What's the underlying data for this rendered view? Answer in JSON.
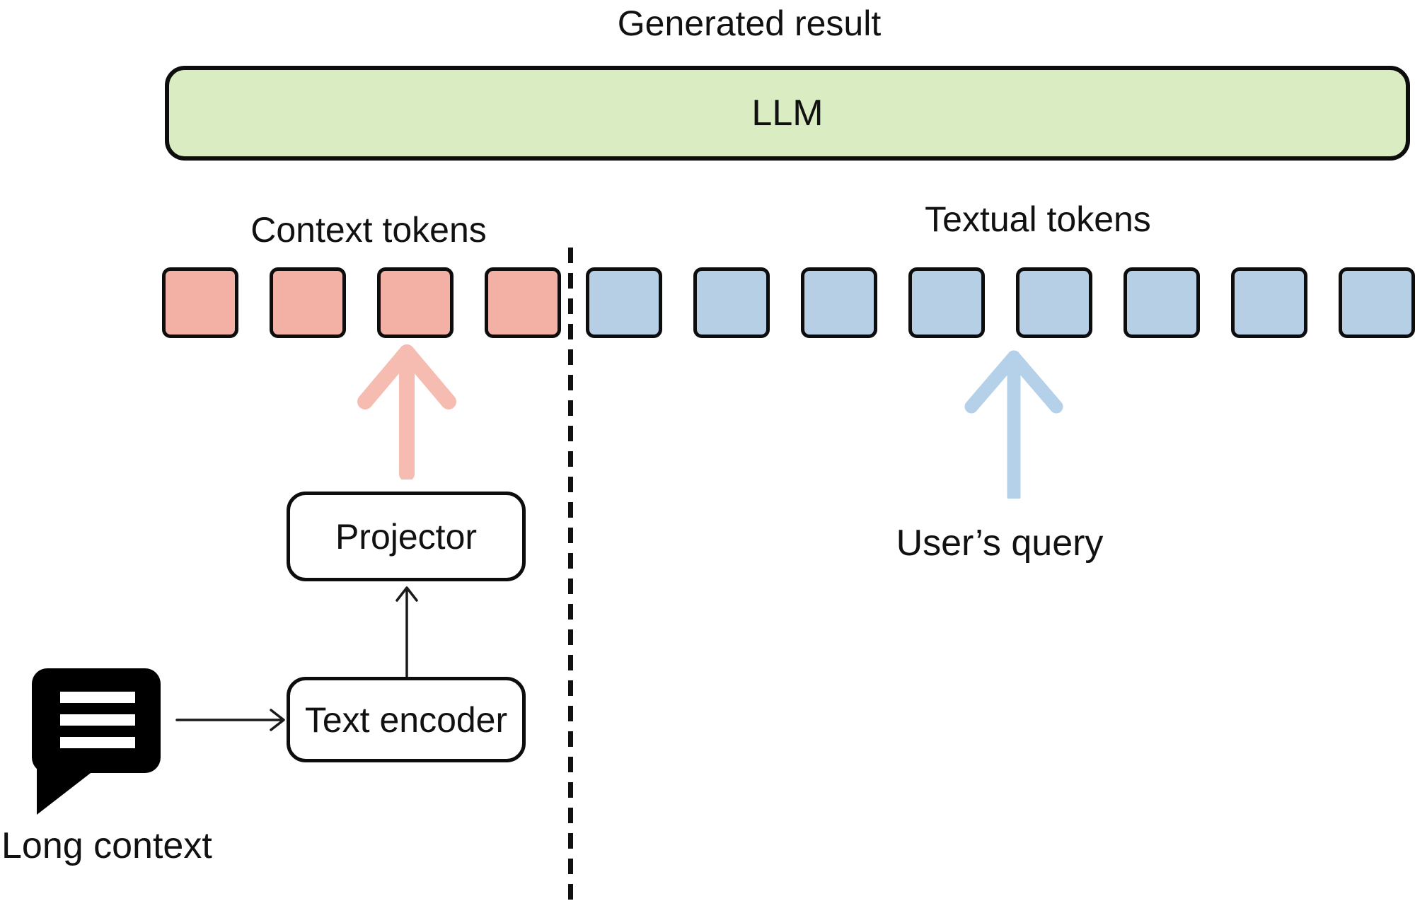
{
  "labels": {
    "generated_result": "Generated result",
    "llm": "LLM",
    "context_tokens": "Context tokens",
    "textual_tokens": "Textual tokens",
    "projector": "Projector",
    "text_encoder": "Text encoder",
    "users_query": "User’s query",
    "long_context": "Long context"
  },
  "tokens": {
    "context": {
      "count": 4
    },
    "textual": {
      "count": 8
    }
  },
  "colors": {
    "background": "#ffffff",
    "text": "#111111",
    "outline": "#0d0d0d",
    "llm_fill": "#d9ecc2",
    "context_token_fill": "#f3b1a5",
    "textual_token_fill": "#b6cfe4",
    "context_arrow": "#f6bcb1",
    "textual_arrow": "#b5d0e9"
  }
}
